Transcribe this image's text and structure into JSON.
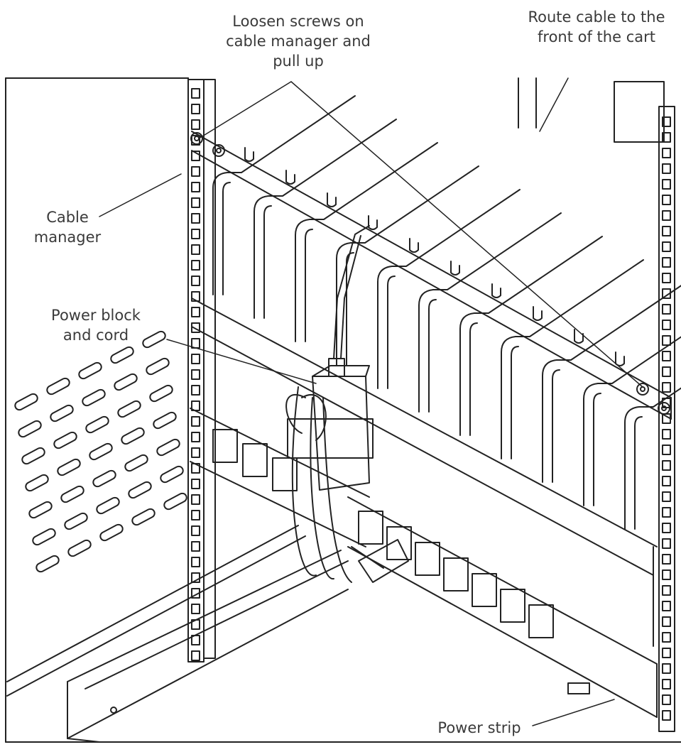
{
  "callouts": {
    "loosen": "Loosen screws on\ncable manager and\npull up",
    "route": "Route cable to the\nfront of the cart",
    "cable_manager": "Cable\nmanager",
    "power_block": "Power block\nand cord",
    "power_strip": "Power strip"
  },
  "colors": {
    "line": "#222222",
    "label": "#3a3a3a",
    "background": "#ffffff"
  }
}
